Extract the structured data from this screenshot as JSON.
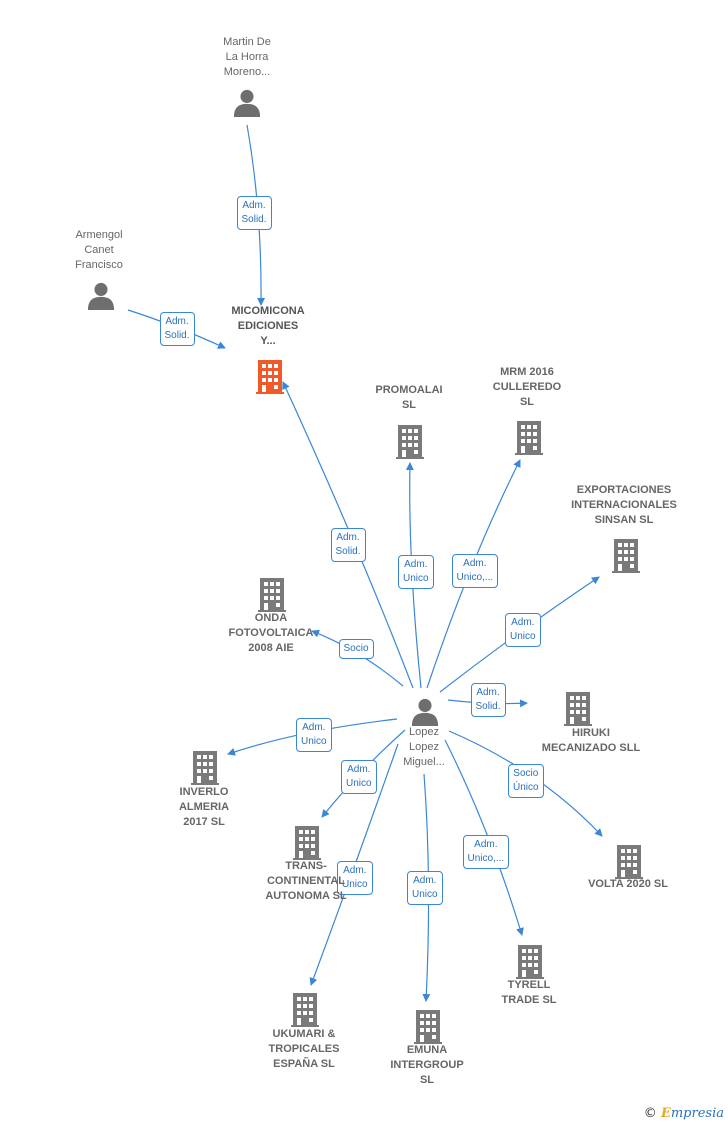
{
  "colors": {
    "edge": "#3a87d7",
    "building": "#7a7a7a",
    "highlight": "#f05a28",
    "person": "#6e6e6e"
  },
  "nodes": [
    {
      "id": "martin",
      "type": "person",
      "label": "Martin De\nLa Horra\nMoreno..."
    },
    {
      "id": "armengol",
      "type": "person",
      "label": "Armengol\nCanet\nFrancisco"
    },
    {
      "id": "micomicona",
      "type": "company-highlight",
      "label": "MICOMICONA\nEDICIONES\nY..."
    },
    {
      "id": "promoalai",
      "type": "company",
      "label": "PROMOALAI\nSL"
    },
    {
      "id": "mrm",
      "type": "company",
      "label": "MRM 2016\nCULLEREDO\nSL"
    },
    {
      "id": "exportaciones",
      "type": "company",
      "label": "EXPORTACIONES\nINTERNACIONALES\nSINSAN SL"
    },
    {
      "id": "onda",
      "type": "company",
      "label": "ONDA\nFOTOVOLTAICA\n2008  AIE"
    },
    {
      "id": "lopez",
      "type": "person",
      "label": "Lopez\nLopez\nMiguel..."
    },
    {
      "id": "hiruki",
      "type": "company",
      "label": "HIRUKI\nMECANIZADO SLL"
    },
    {
      "id": "inverlo",
      "type": "company",
      "label": "INVERLO\nALMERIA\n2017  SL"
    },
    {
      "id": "trans",
      "type": "company",
      "label": "TRANS-\nCONTINENTAL\nAUTONOMA  SL"
    },
    {
      "id": "volta",
      "type": "company",
      "label": "VOLTA 2020  SL"
    },
    {
      "id": "tyrell",
      "type": "company",
      "label": "TYRELL\nTRADE  SL"
    },
    {
      "id": "ukumari",
      "type": "company",
      "label": "UKUMARI &\nTROPICALES\nESPAÑA  SL"
    },
    {
      "id": "emuna",
      "type": "company",
      "label": "EMUNA\nINTERGROUP\nSL"
    }
  ],
  "edges": [
    {
      "from": "martin",
      "to": "micomicona",
      "label": "Adm.\nSolid."
    },
    {
      "from": "armengol",
      "to": "micomicona",
      "label": "Adm.\nSolid."
    },
    {
      "from": "lopez",
      "to": "micomicona",
      "label": "Adm.\nSolid."
    },
    {
      "from": "lopez",
      "to": "promoalai",
      "label": "Adm.\nUnico"
    },
    {
      "from": "lopez",
      "to": "mrm",
      "label": "Adm.\nUnico,..."
    },
    {
      "from": "lopez",
      "to": "exportaciones",
      "label": "Adm.\nUnico"
    },
    {
      "from": "lopez",
      "to": "onda",
      "label": "Socio"
    },
    {
      "from": "lopez",
      "to": "hiruki",
      "label": "Adm.\nSolid."
    },
    {
      "from": "lopez",
      "to": "inverlo",
      "label": "Adm.\nUnico"
    },
    {
      "from": "lopez",
      "to": "trans",
      "label": "Adm.\nUnico"
    },
    {
      "from": "lopez",
      "to": "volta",
      "label": "Socio\nÚnico"
    },
    {
      "from": "lopez",
      "to": "tyrell",
      "label": "Adm.\nUnico,..."
    },
    {
      "from": "lopez",
      "to": "ukumari",
      "label": "Adm.\nUnico"
    },
    {
      "from": "lopez",
      "to": "emuna",
      "label": "Adm.\nUnico"
    }
  ],
  "brand": {
    "copyright": "©",
    "initial": "E",
    "name": "mpresia"
  }
}
